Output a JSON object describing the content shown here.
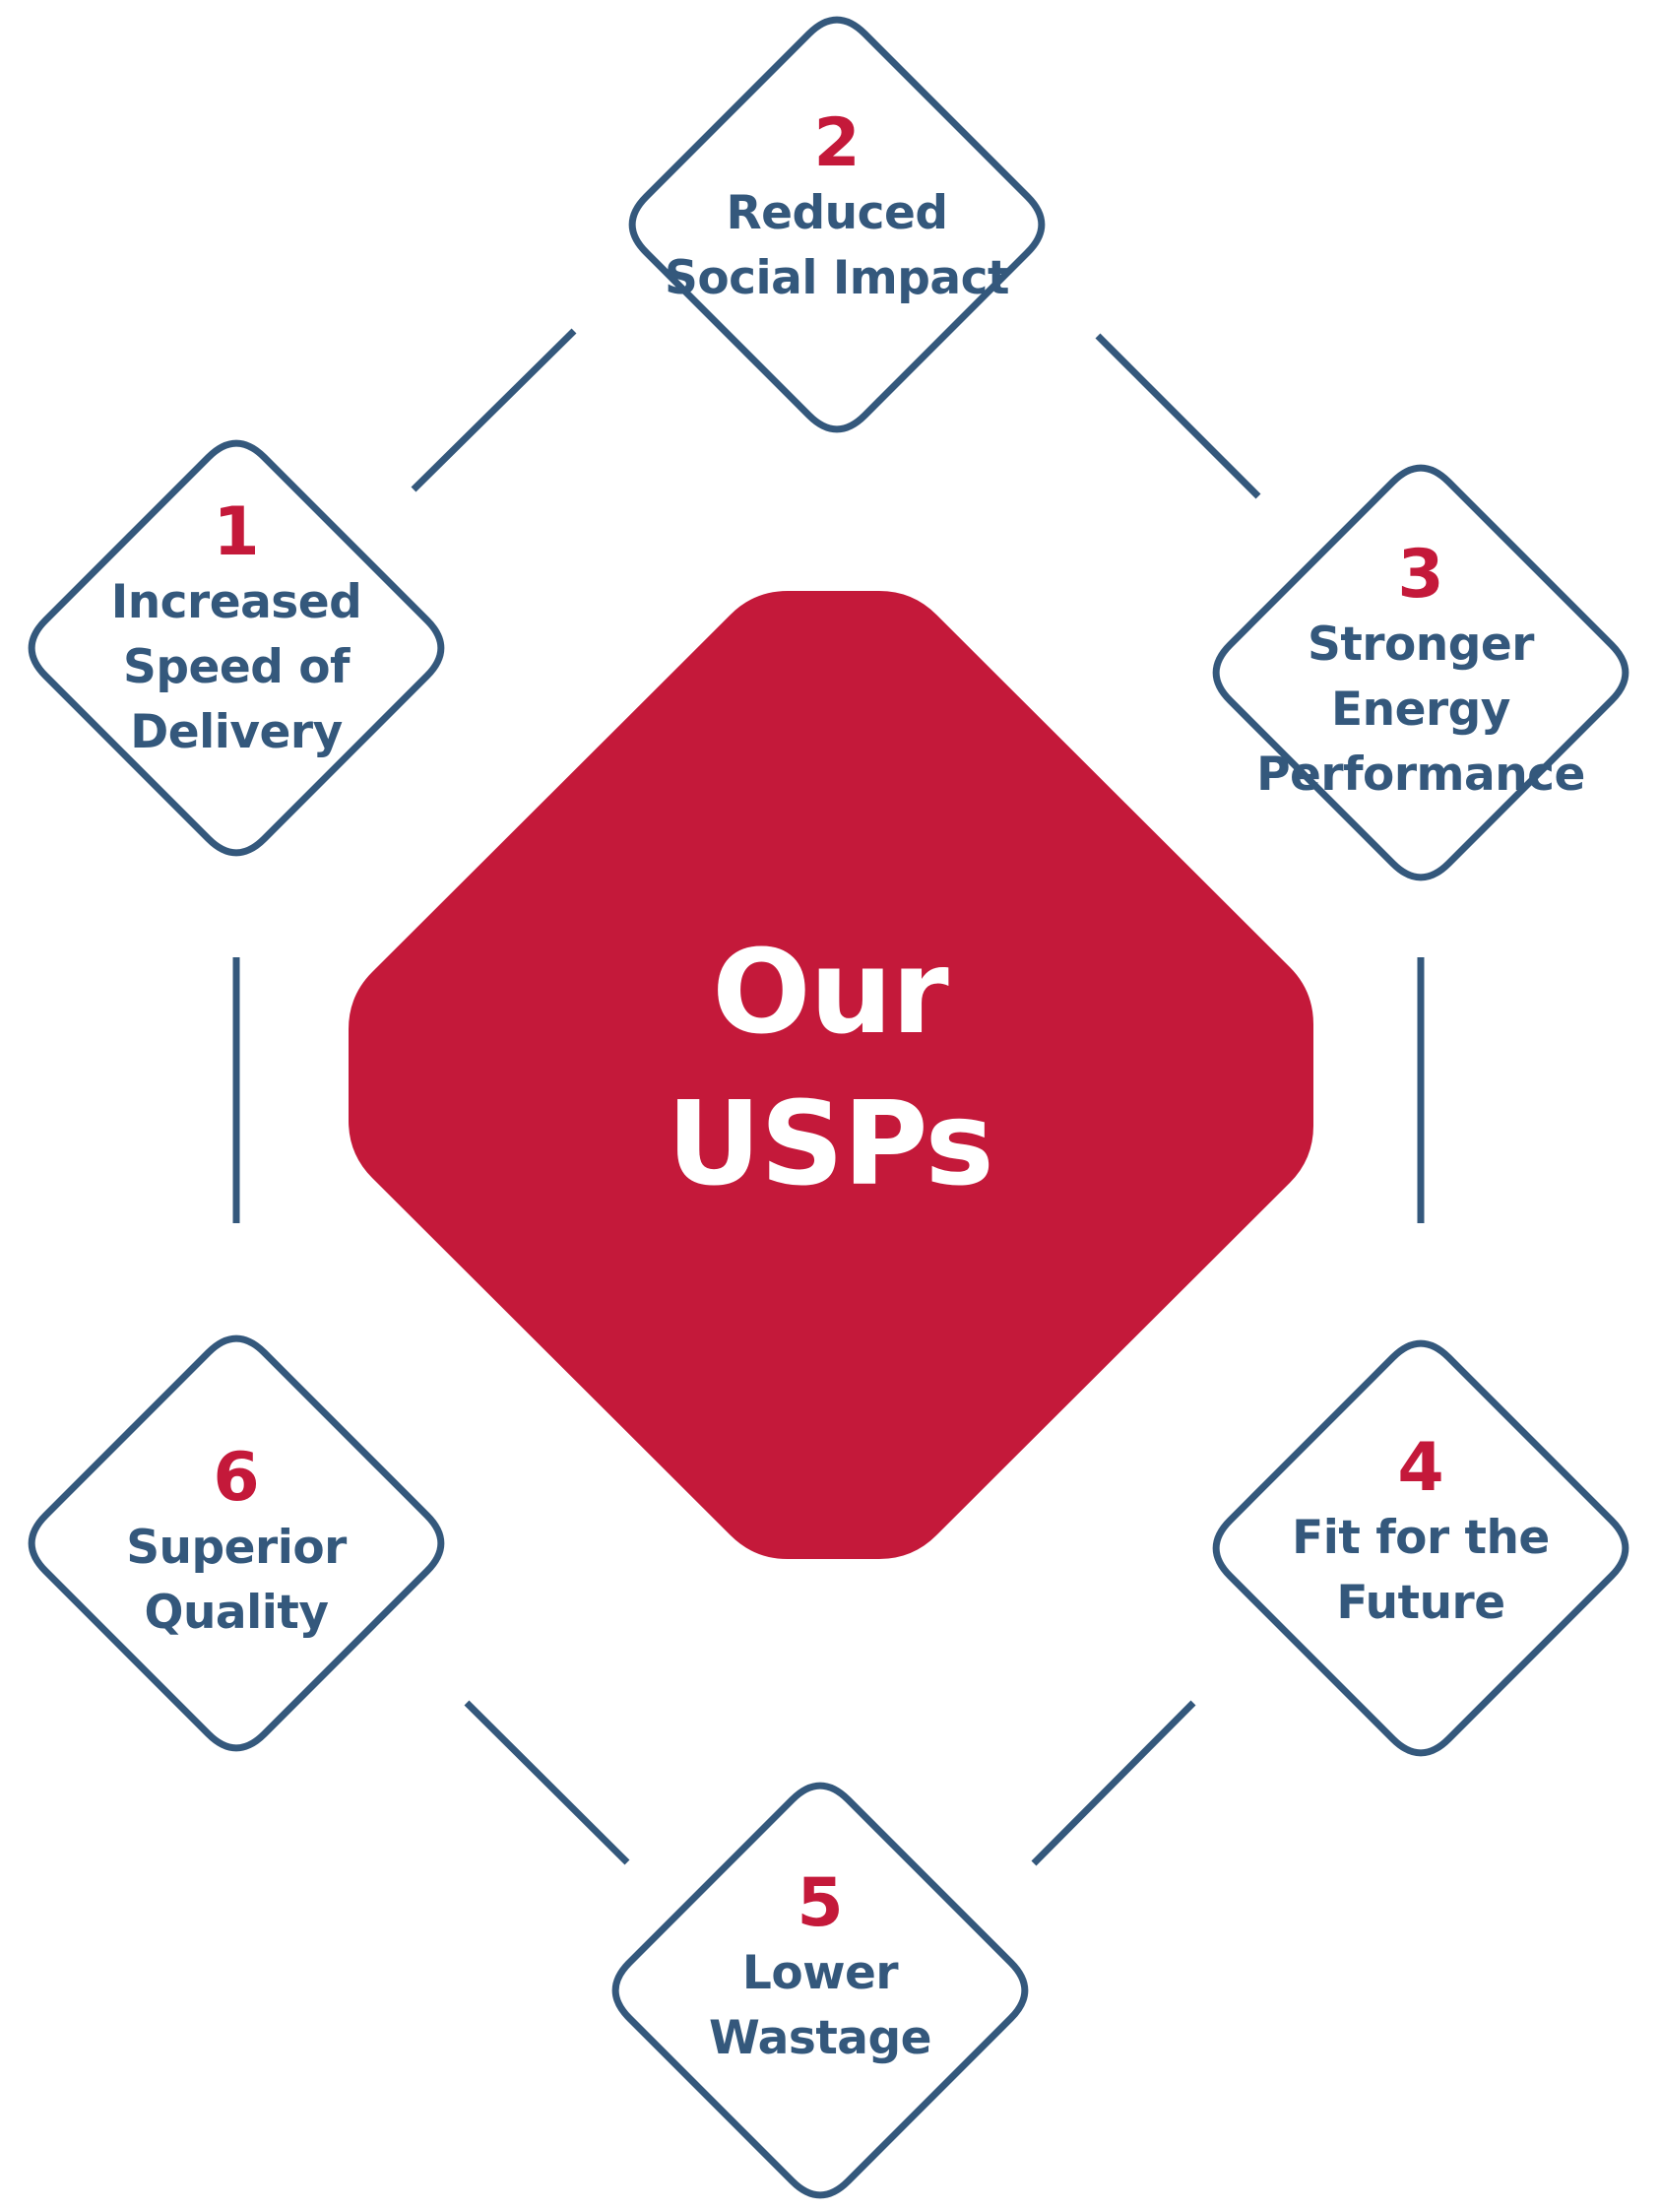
{
  "colors": {
    "outline": "#34587c",
    "accent": "#c4193a",
    "center_fill": "#c4193a",
    "center_text": "#ffffff",
    "background": "#ffffff"
  },
  "center": {
    "title": "Our\nUSPs"
  },
  "usps": [
    {
      "number": "1",
      "text": "Increased\nSpeed of\nDelivery"
    },
    {
      "number": "2",
      "text": "Reduced\nSocial Impact"
    },
    {
      "number": "3",
      "text": "Stronger Energy\nPerformance"
    },
    {
      "number": "4",
      "text": "Fit for the\nFuture"
    },
    {
      "number": "5",
      "text": "Lower\nWastage"
    },
    {
      "number": "6",
      "text": "Superior\nQuality"
    }
  ]
}
